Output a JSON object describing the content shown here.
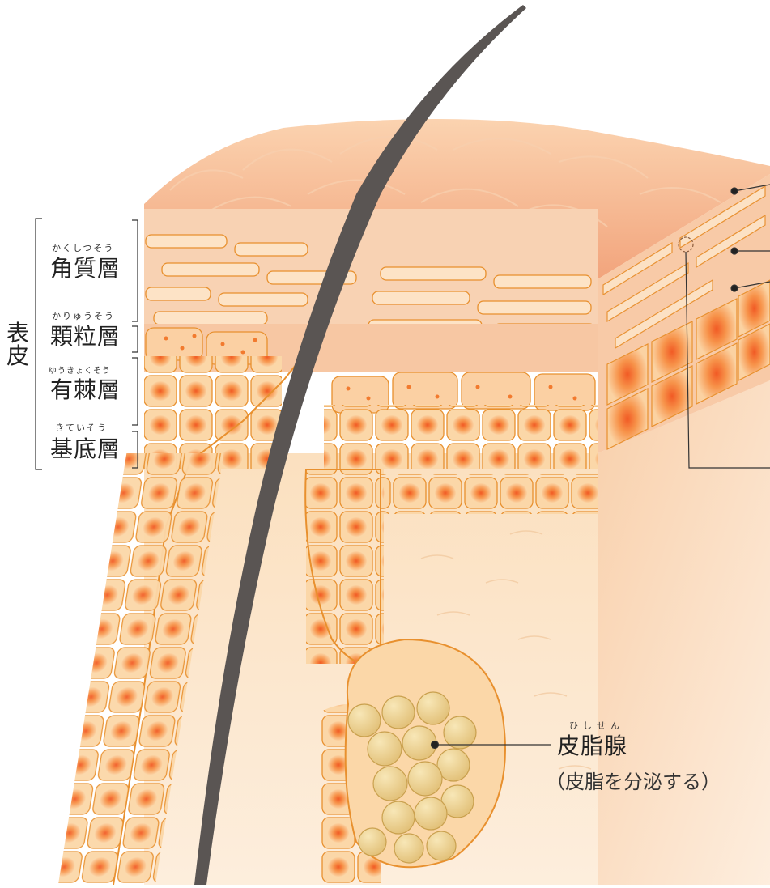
{
  "epidermis": {
    "line1": "表",
    "line2": "皮"
  },
  "layers": [
    {
      "name": "角質層",
      "reading": "かくしつそう"
    },
    {
      "name": "顆粒層",
      "reading": "かりゅうそう"
    },
    {
      "name": "有棘層",
      "reading": "ゆうきょくそう"
    },
    {
      "name": "基底層",
      "reading": "きていそう"
    }
  ],
  "sebaceous_gland": {
    "name": "皮脂腺",
    "reading": "ひしせん",
    "note": "（皮脂を分泌する）"
  },
  "colors": {
    "skin_surface": "#f5c19a",
    "cell_fill": "#fbd7a8",
    "cell_stroke": "#e8902e",
    "nucleus": "#f27a2e",
    "hair": "#5a5553",
    "gland": "#f1d58c"
  }
}
